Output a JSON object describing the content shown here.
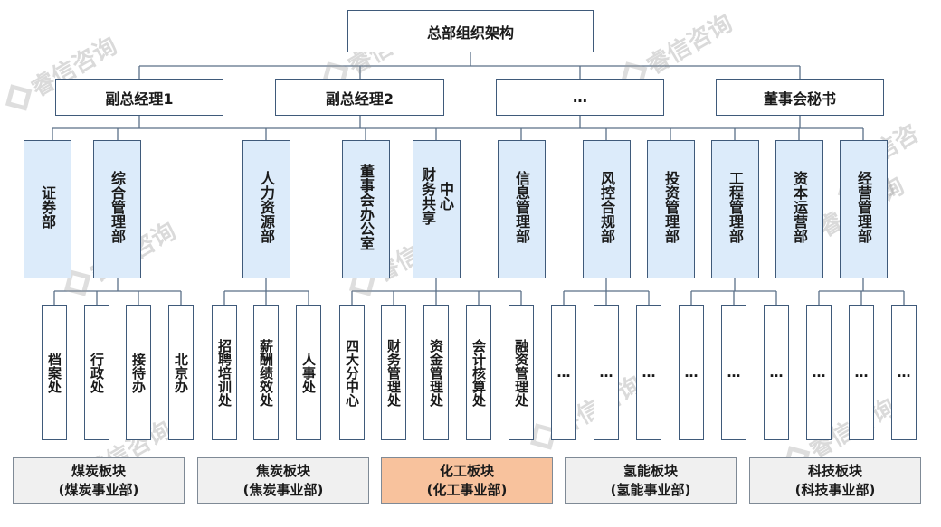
{
  "title": "总部组织架构",
  "level1": [
    "副总经理1",
    "副总经理2",
    "…",
    "董事会秘书"
  ],
  "departments": [
    {
      "text": "证券部",
      "cols": [
        "证券部"
      ]
    },
    {
      "text": "综合管理部",
      "cols": [
        "综合管理部"
      ]
    },
    {
      "text": "人力资源部",
      "cols": [
        "人力资源部"
      ]
    },
    {
      "text": "董事会办公室",
      "cols": [
        "董事会办公室"
      ]
    },
    {
      "text": "财务共享中心",
      "cols": [
        "财务共享",
        "中心"
      ]
    },
    {
      "text": "信息管理部",
      "cols": [
        "信息管理部"
      ]
    },
    {
      "text": "风控合规部",
      "cols": [
        "风控合规部"
      ]
    },
    {
      "text": "投资管理部",
      "cols": [
        "投资管理部"
      ]
    },
    {
      "text": "工程管理部",
      "cols": [
        "工程管理部"
      ]
    },
    {
      "text": "资本运营部",
      "cols": [
        "资本运营部"
      ]
    },
    {
      "text": "经营管理部",
      "cols": [
        "经营管理部"
      ]
    }
  ],
  "sub_units": [
    "档案处",
    "行政处",
    "接待办",
    "北京办",
    "招聘培训处",
    "薪酬绩效处",
    "人事处",
    "四大分中心",
    "财务管理处",
    "资金管理处",
    "会计核算处",
    "融资管理处",
    "…",
    "…",
    "…",
    "…",
    "…",
    "…",
    "…",
    "…",
    "…"
  ],
  "segments": [
    {
      "name": "煤炭板块",
      "sub": "(煤炭事业部)",
      "highlight": false
    },
    {
      "name": "焦炭板块",
      "sub": "(焦炭事业部)",
      "highlight": false
    },
    {
      "name": "化工板块",
      "sub": "(化工事业部)",
      "highlight": true
    },
    {
      "name": "氢能板块",
      "sub": "(氢能事业部)",
      "highlight": false
    },
    {
      "name": "科技板块",
      "sub": "(科技事业部)",
      "highlight": false
    }
  ],
  "watermark": "睿信咨询",
  "colors": {
    "line": "#5a6f88",
    "border": "#3f5a7a",
    "dept_fill": "#dcebfa",
    "segment_fill": "#f0f0f0",
    "highlight_fill": "#f8c29d"
  }
}
